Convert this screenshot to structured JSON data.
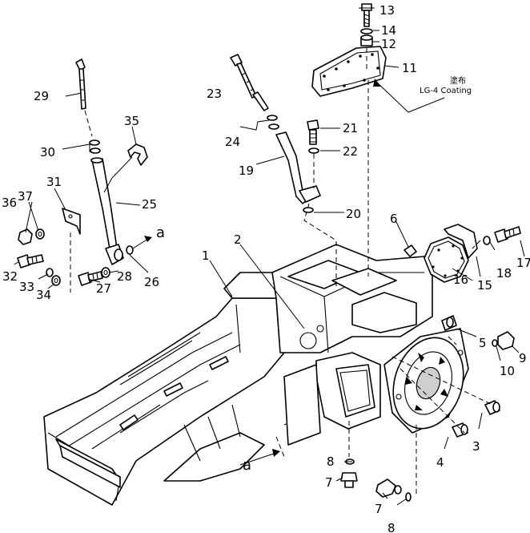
{
  "callouts": {
    "p1": "1",
    "p2": "2",
    "p3": "3",
    "p4": "4",
    "p5": "5",
    "p6": "6",
    "p7a": "7",
    "p7b": "7",
    "p8a": "8",
    "p8b": "8",
    "p9": "9",
    "p10": "10",
    "p11": "11",
    "p12": "12",
    "p13": "13",
    "p14": "14",
    "p15": "15",
    "p16": "16",
    "p17": "17",
    "p18": "18",
    "p19": "19",
    "p20": "20",
    "p21": "21",
    "p22": "22",
    "p23": "23",
    "p24": "24",
    "p25": "25",
    "p26": "26",
    "p27": "27",
    "p28": "28",
    "p29": "29",
    "p30": "30",
    "p31": "31",
    "p32": "32",
    "p33": "33",
    "p34": "34",
    "p35": "35",
    "p36": "36",
    "p37": "37"
  },
  "coating_note": {
    "jp": "塗布",
    "text": "LG-4 Coating"
  },
  "ref_marks": {
    "a_upper": "a",
    "a_lower": "a"
  }
}
